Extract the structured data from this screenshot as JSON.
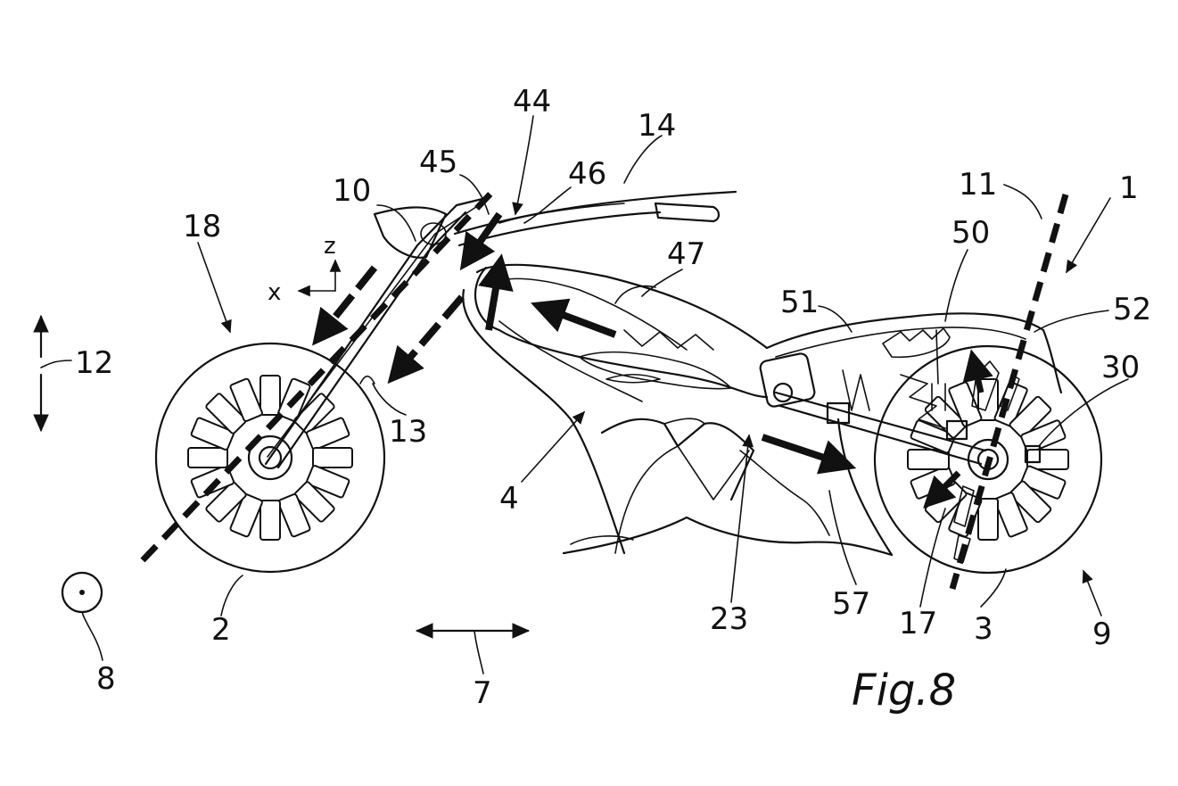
{
  "figure": {
    "caption": "Fig.8",
    "reference_numerals": {
      "r1": "1",
      "r2": "2",
      "r3": "3",
      "r4": "4",
      "r7": "7",
      "r8": "8",
      "r9": "9",
      "r10": "10",
      "r11": "11",
      "r12": "12",
      "r13": "13",
      "r14": "14",
      "r17": "17",
      "r18": "18",
      "r23": "23",
      "r30": "30",
      "r44": "44",
      "r45": "45",
      "r46": "46",
      "r47": "47",
      "r50": "50",
      "r51": "51",
      "r52": "52",
      "r57": "57"
    },
    "axes": {
      "z": "z",
      "x": "x"
    }
  }
}
